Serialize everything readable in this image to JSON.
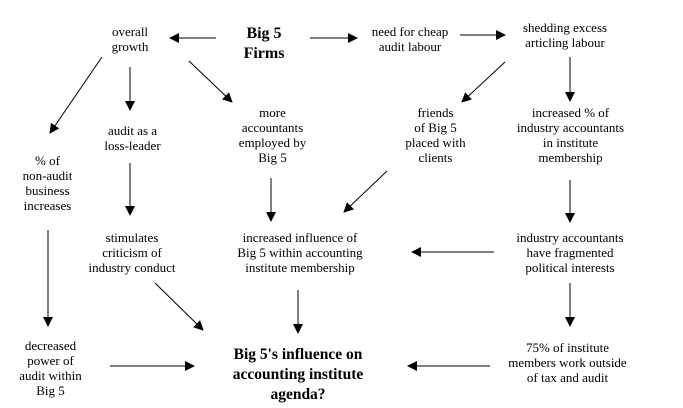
{
  "nodes": {
    "big5": "Big 5\nFirms",
    "overall_growth": "overall\ngrowth",
    "cheap_labour": "need for cheap\naudit labour",
    "shedding": "shedding excess\narticling labour",
    "more_accountants": "more\naccountants\nemployed by\nBig 5",
    "loss_leader": "audit as a\nloss-leader",
    "friends": "friends\nof Big 5\nplaced with\nclients",
    "increased_pct": "increased % of\nindustry accountants\nin institute\nmembership",
    "non_audit": "% of\nnon-audit\nbusiness\nincreases",
    "criticism": "stimulates\ncriticism of\nindustry conduct",
    "increased_influence": "increased influence of\nBig 5 within accounting\ninstitute membership",
    "fragmented": "industry accountants\nhave fragmented\npolitical interests",
    "decreased_power": "decreased\npower of\naudit within\nBig 5",
    "influence_agenda": "Big 5's influence on\naccounting institute\nagenda?",
    "seventy_five": "75% of  institute\nmembers work outside\nof tax and audit"
  }
}
